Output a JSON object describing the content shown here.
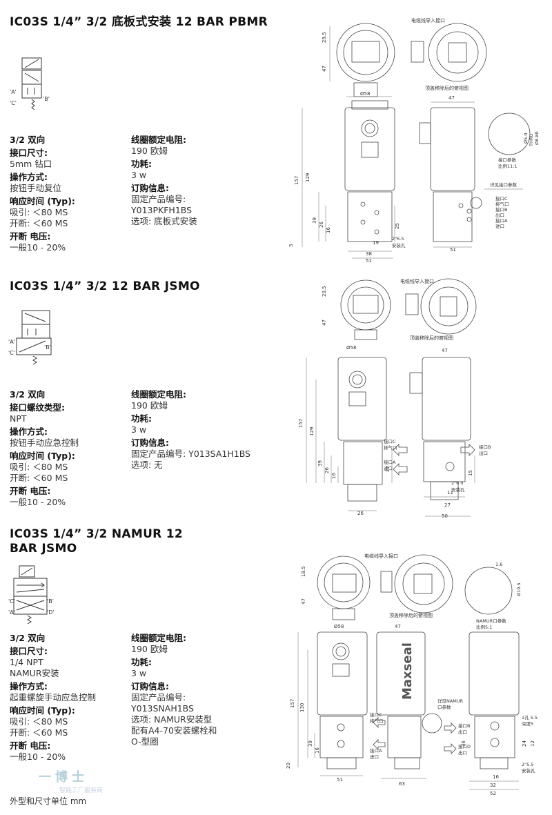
{
  "products": [
    {
      "title_lines": [
        "IC03S 1/4”  3/2 底板式安装 12 BAR PBMR"
      ],
      "left": [
        {
          "h": "3/2 双向",
          "v": []
        },
        {
          "h": "接口尺寸:",
          "v": [
            "5mm 钻口"
          ]
        },
        {
          "h": "操作方式:",
          "v": [
            "按钮手动复位"
          ]
        },
        {
          "h": "响应时间 (Typ):",
          "v": [
            "吸引: ＜80 MS",
            "开断: ＜60 MS"
          ]
        },
        {
          "h": "开断 电压:",
          "v": [
            "一般10 - 20%"
          ]
        }
      ],
      "right": [
        {
          "h": "线圈额定电阻:",
          "v": [
            "190 欧姆"
          ]
        },
        {
          "h": "功耗:",
          "v": [
            "3 w"
          ]
        },
        {
          "h": "订购信息:",
          "v": [
            "固定产品编号:",
            "Y013PKFH1BS",
            "选项:  底板式安装"
          ]
        }
      ],
      "symbol_labels": {
        "a": "'A'",
        "b": "'B'",
        "c": "'C'"
      },
      "drawing": {
        "top_note": "电缆线导入接口",
        "top_caption": "顶盖移除后的俯视图",
        "dims_top": [
          "29.5",
          "47"
        ],
        "dia": "Ø58",
        "side_w": "47",
        "dims_front": [
          "157",
          "129",
          "39",
          "26",
          "16",
          "3",
          "25"
        ],
        "dims_bottom": [
          "38",
          "51",
          "19",
          "51"
        ],
        "hole_note": [
          "2\"6.5",
          "安装孔"
        ],
        "port_note": "详见接口参数",
        "port_labels": [
          "接口C",
          "排气口",
          "接口B",
          "出口",
          "接口A",
          "进口"
        ],
        "detail_labels": [
          "Ø5.0",
          "THRU",
          "Ø8.80"
        ],
        "detail_caption": [
          "接口参数",
          "比例11:1"
        ]
      }
    },
    {
      "title_lines": [
        "IC03S 1/4”  3/2 12 BAR JSMO"
      ],
      "left": [
        {
          "h": "3/2 双向",
          "v": []
        },
        {
          "h": "接口螺纹类型:",
          "v": [
            "NPT"
          ]
        },
        {
          "h": "操作方式:",
          "v": [
            "按钮手动应急控制"
          ]
        },
        {
          "h": "响应时间 (Typ):",
          "v": [
            "吸引: ＜80 MS",
            "开断: ＜60 MS"
          ]
        },
        {
          "h": "开断 电压:",
          "v": [
            "一般10 - 20%"
          ]
        }
      ],
      "right": [
        {
          "h": "线圈额定电阻:",
          "v": [
            "190 欧姆"
          ]
        },
        {
          "h": "功耗:",
          "v": [
            "3 w"
          ]
        },
        {
          "h": "订购信息:",
          "v": [
            "固定产品编号:  Y013SA1H1BS",
            "选项:  无"
          ]
        }
      ],
      "symbol_labels": {
        "a": "'A'",
        "b": "'B'",
        "c": "'C'"
      },
      "drawing": {
        "top_note": "电缆线导入接口",
        "top_caption": "顶盖移除后的俯视图",
        "dims_top": [
          "20.5",
          "47"
        ],
        "dia": "Ø58",
        "side_w": "47",
        "dims_front": [
          "157",
          "129",
          "39",
          "26",
          "16",
          "27"
        ],
        "dims_bottom": [
          "26",
          "11",
          "27",
          "50"
        ],
        "hole_note": [
          "2\"6.0",
          "安装孔"
        ],
        "port_labels_left": [
          "接口C",
          "排气口",
          "接口A",
          "进口"
        ],
        "port_labels_right": [
          "接口B",
          "出口"
        ],
        "dim_side": "15"
      }
    },
    {
      "title_lines": [
        "IC03S 1/4”  3/2 NAMUR 12",
        "BAR JSMO"
      ],
      "left": [
        {
          "h": "3/2 双向",
          "v": []
        },
        {
          "h": "接口尺寸:",
          "v": [
            "1/4 NPT",
            "NAMUR安装"
          ]
        },
        {
          "h": "操作方式:",
          "v": [
            "起重螺旋手动应急控制"
          ]
        },
        {
          "h": "响应时间 (Typ):",
          "v": [
            "吸引: ＜80 MS",
            "开断: ＜60 MS"
          ]
        },
        {
          "h": "开断 电压:",
          "v": [
            "一般10 - 20%"
          ]
        }
      ],
      "right": [
        {
          "h": "线圈额定电阻:",
          "v": [
            "190 欧姆"
          ]
        },
        {
          "h": "功耗:",
          "v": [
            "3 w"
          ]
        },
        {
          "h": "订购信息:",
          "v": [
            "固定产品编号:",
            "Y013SNAH1BS",
            "选项:  NAMUR安装型",
            "配有A4-70安装螺栓和",
            "O-型圈"
          ]
        }
      ],
      "symbol_labels": {
        "a": "'A'",
        "b": "'B'",
        "c": "'C'",
        "d": "'D'"
      },
      "drawing": {
        "top_note": "电缆线导入接口",
        "top_caption": "顶盖移除后的俯视图",
        "dims_top": [
          "18.5",
          "47"
        ],
        "dia": "Ø58",
        "side_w": "47",
        "brand": "Maxseal",
        "dims_front": [
          "157",
          "130",
          "39",
          "16",
          "20"
        ],
        "dims_bottom": [
          "51",
          "63",
          "16",
          "32",
          "52"
        ],
        "namur_note": [
          "详见NAMUR",
          "口参数"
        ],
        "namur_detail": [
          "NAMUR口参数",
          "比例5:1"
        ],
        "detail_labels": [
          "1.6",
          "Ø19.5"
        ],
        "port_labels_left": [
          "接口C",
          "排气口",
          "接口A",
          "进口"
        ],
        "port_labels_right": [
          "接口B",
          "出口",
          "接口D",
          "出口"
        ],
        "hole_note": [
          "1孔 5.5",
          "深度5"
        ],
        "hole_note2": [
          "2\"5.5",
          "安装孔"
        ],
        "dims_side": [
          "36",
          "24",
          "12"
        ]
      }
    }
  ],
  "footer": {
    "text": "外型和尺寸单位 mm",
    "watermark": "一博士",
    "watermark_sub": "智能工厂服务商"
  }
}
